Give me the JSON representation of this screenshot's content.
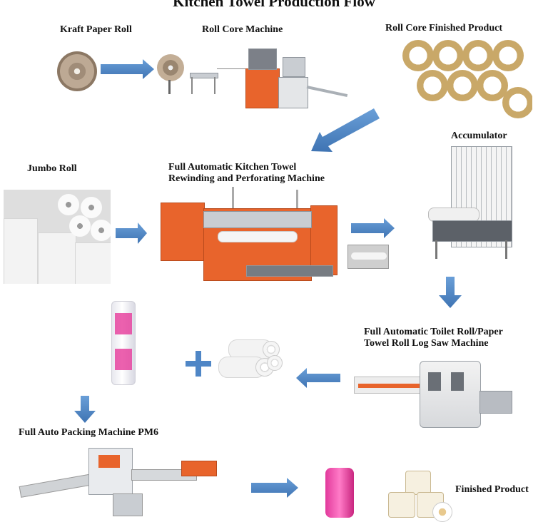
{
  "title": "Kitchen Towel Production Flow",
  "labels": {
    "kraft": "Kraft Paper Roll",
    "core_machine": "Roll Core Machine",
    "core_product": "Roll Core Finished Product",
    "accumulator": "Accumulator",
    "jumbo": "Jumbo Roll",
    "rewinder": "Full Automatic Kitchen Towel\nRewinding and Perforating Machine",
    "log_saw": "Full  Automatic  Toilet  Roll/Paper\nTowel Roll Log Saw Machine",
    "packing": "Full Auto Packing Machine PM6",
    "finished": "Finished Product"
  },
  "colors": {
    "arrow": "#4f86c6",
    "machine": "#e8642c",
    "core": "#c9a868"
  }
}
